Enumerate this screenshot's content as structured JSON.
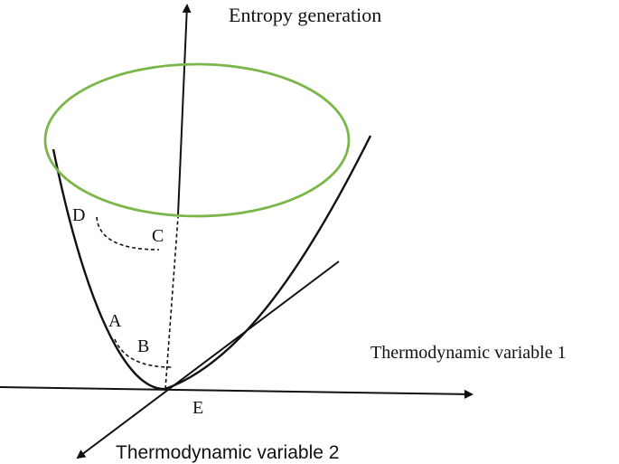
{
  "labels": {
    "y_axis": "Entropy generation",
    "x_axis": "Thermodynamic variable 1",
    "z_axis": "Thermodynamic variable 2",
    "point_a": "A",
    "point_b": "B",
    "point_c": "C",
    "point_d": "D",
    "point_e": "E"
  },
  "colors": {
    "curve": "#111111",
    "rim": "#7ab648",
    "background": "#ffffff"
  }
}
